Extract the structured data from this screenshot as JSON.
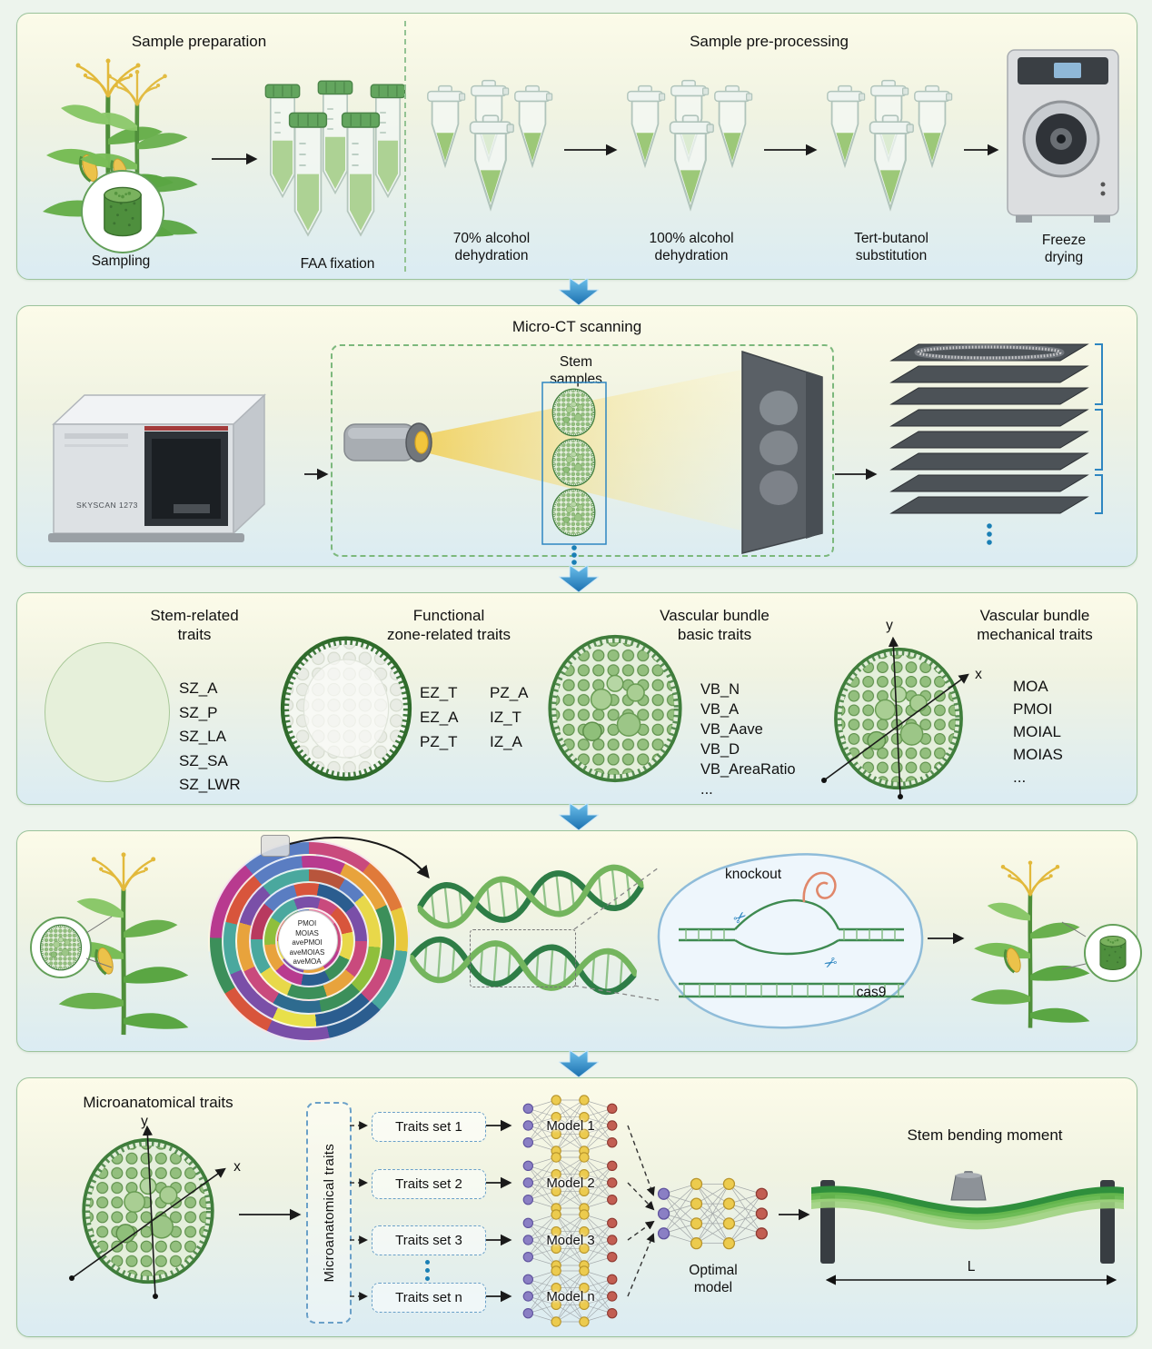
{
  "figure": {
    "background": "#edf4ed",
    "panel_border": "#9cc39c",
    "flow_arrow_color": "#2e86c1",
    "accent_green": "#3f7d3b"
  },
  "panel1": {
    "left_title": "Sample preparation",
    "sampling_label": "Sampling",
    "faa_label": "FAA fixation",
    "right_title": "Sample pre-processing",
    "steps": [
      "70% alcohol\ndehydration",
      "100% alcohol\ndehydration",
      "Tert-butanol\nsubstitution",
      "Freeze\ndrying"
    ]
  },
  "panel2": {
    "title": "Micro-CT scanning",
    "machine_label": "SKYSCAN 1273",
    "samples_label": "Stem\nsamples"
  },
  "panel3": {
    "groups": [
      {
        "title": "Stem-related\ntraits",
        "traits": [
          "SZ_A",
          "SZ_P",
          "SZ_LA",
          "SZ_SA",
          "SZ_LWR"
        ]
      },
      {
        "title": "Functional\nzone-related traits",
        "col1": [
          "EZ_T",
          "EZ_A",
          "PZ_T"
        ],
        "col2": [
          "PZ_A",
          "IZ_T",
          "IZ_A"
        ]
      },
      {
        "title": "Vascular bundle\nbasic traits",
        "traits": [
          "VB_N",
          "VB_A",
          "VB_Aave",
          "VB_D",
          "VB_AreaRatio",
          "..."
        ]
      },
      {
        "title": "Vascular bundle\nmechanical traits",
        "traits": [
          "MOA",
          "PMOI",
          "MOIAL",
          "MOIAS",
          "..."
        ],
        "axis_x": "x",
        "axis_y": "y"
      }
    ]
  },
  "panel4": {
    "circos_labels": [
      "PMOI",
      "MOIAS",
      "avePMOI",
      "aveMOIAS",
      "aveMOA"
    ],
    "knockout_label": "knockout",
    "cas9_label": "cas9"
  },
  "panel5": {
    "title": "Microanatomical traits",
    "box_label": "Microanatomical traits",
    "axis_x": "x",
    "axis_y": "y",
    "trait_sets": [
      "Traits set 1",
      "Traits set 2",
      "Traits set 3",
      "Traits set n"
    ],
    "models": [
      "Model 1",
      "Model 2",
      "Model 3",
      "Model n"
    ],
    "optimal_label": "Optimal\nmodel",
    "bending_title": "Stem bending moment",
    "length_label": "L"
  }
}
